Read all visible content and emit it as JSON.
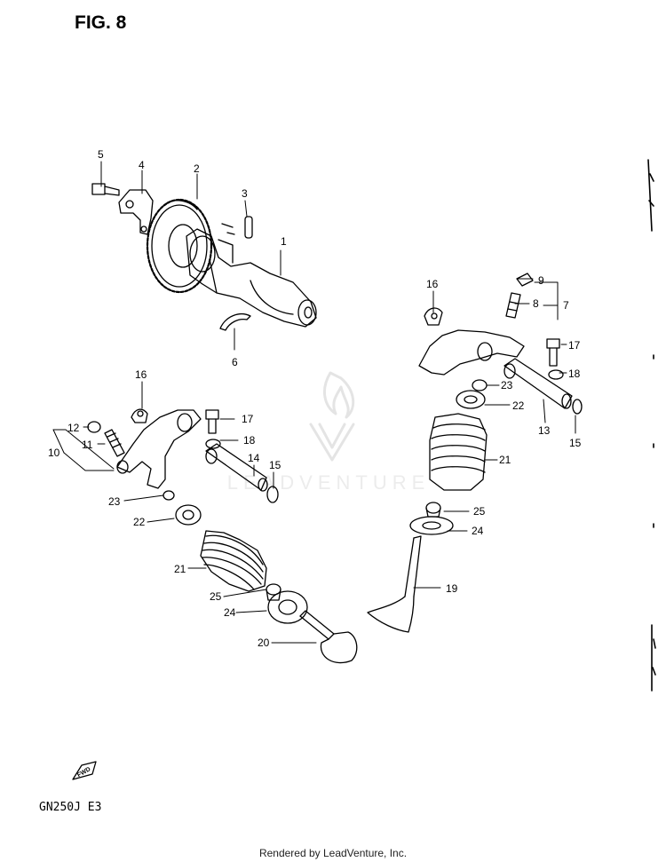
{
  "figure": {
    "title": "FIG. 8",
    "model": "GN250J  E3"
  },
  "watermark": {
    "text": "LEADVENTURE"
  },
  "footer": {
    "credit": "Rendered by LeadVenture, Inc."
  },
  "callouts": [
    "1",
    "2",
    "3",
    "4",
    "5",
    "6",
    "7",
    "8",
    "9",
    "10",
    "11",
    "12",
    "13",
    "14",
    "15",
    "15",
    "16",
    "16",
    "17",
    "17",
    "18",
    "18",
    "19",
    "20",
    "21",
    "21",
    "22",
    "22",
    "23",
    "23",
    "24",
    "24",
    "25",
    "25"
  ],
  "fwd_label": "FWD",
  "colors": {
    "line": "#000000",
    "watermark": "#ececec",
    "background": "#ffffff"
  }
}
